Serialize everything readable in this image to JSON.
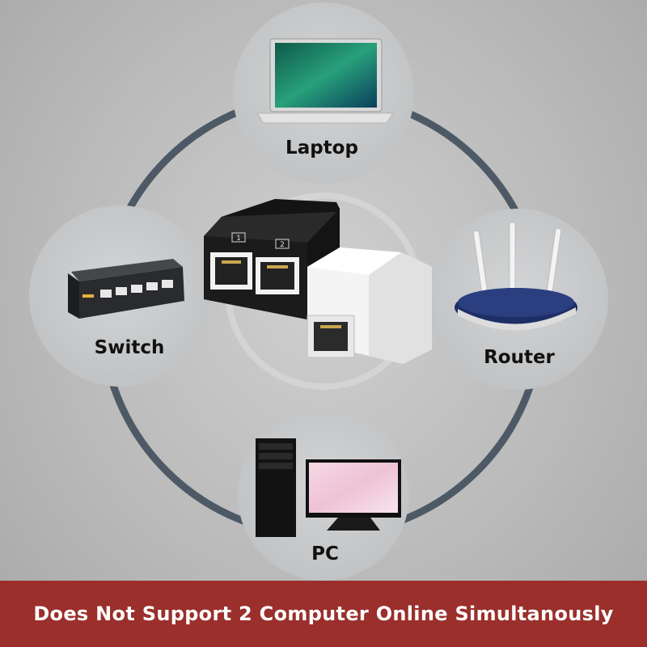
{
  "nodes": {
    "laptop": {
      "label": "Laptop"
    },
    "switch": {
      "label": "Switch"
    },
    "router": {
      "label": "Router"
    },
    "pc": {
      "label": "PC"
    }
  },
  "adapter": {
    "port_1": "1",
    "port_2": "2"
  },
  "banner": {
    "text": "Does Not Support 2 Computer Online Simultanously"
  },
  "colors": {
    "ring": "#4d5a66",
    "node_fill": "#c4c6c8",
    "banner": "#9a2f2b",
    "router_body": "#1e2f66"
  }
}
